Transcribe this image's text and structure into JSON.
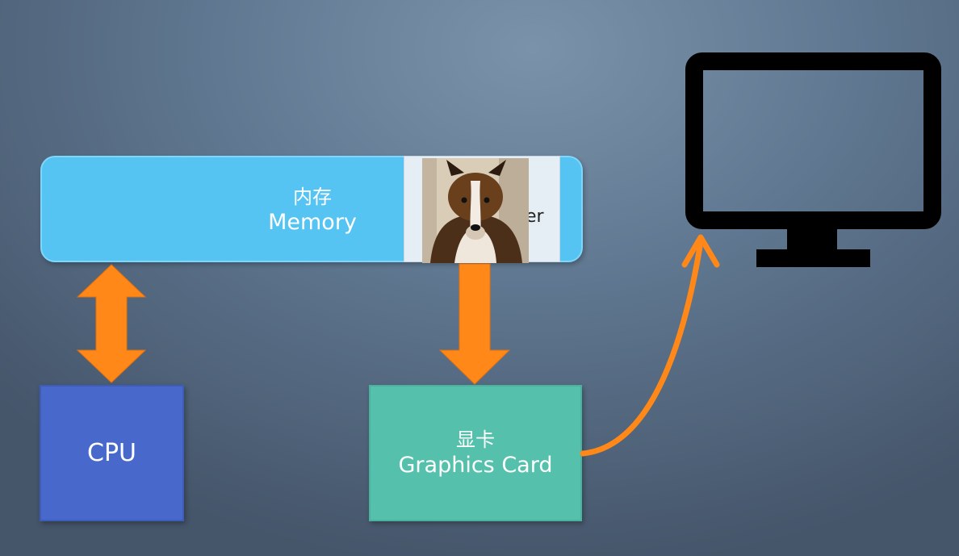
{
  "memory": {
    "label_zh": "内存",
    "label_en": "Memory"
  },
  "frame_buffer": {
    "partial_text": "er"
  },
  "cpu": {
    "label": "CPU"
  },
  "graphics_card": {
    "label_zh": "显卡",
    "label_en": "Graphics Card"
  },
  "colors": {
    "memory_fill": "#56c4f2",
    "cpu_fill": "#4868cc",
    "gpu_fill": "#55c1ac",
    "arrow": "#ff8818",
    "monitor": "#000000"
  },
  "icons": [
    "monitor-icon",
    "dog-photo"
  ]
}
